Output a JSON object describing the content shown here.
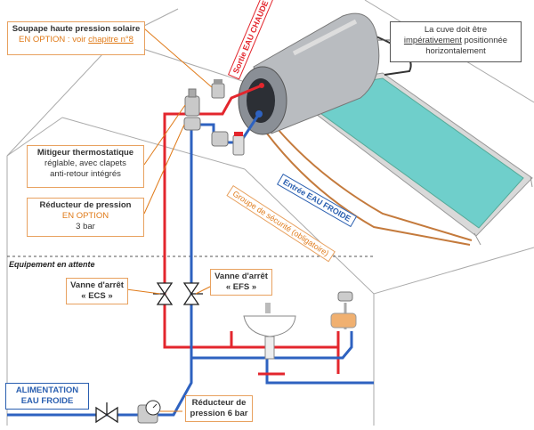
{
  "labels": {
    "soupape": {
      "title": "Soupape haute pression solaire",
      "option": "EN OPTION : voir",
      "link": "chapitre n°8"
    },
    "mitigeur": {
      "title": "Mitigeur thermostatique",
      "l1": "réglable, avec clapets",
      "l2": "anti-retour intégrés"
    },
    "reducteur": {
      "title": "Réducteur de pression",
      "option": "EN OPTION",
      "value": "3 bar"
    },
    "vanne_ecs": {
      "title": "Vanne d'arrêt",
      "sub": "« ECS »"
    },
    "vanne_efs": {
      "title": "Vanne d'arrêt",
      "sub": "« EFS »"
    },
    "alimentation": {
      "l1": "ALIMENTATION",
      "l2": "EAU FROIDE"
    },
    "reducteur6": {
      "l1": "Réducteur de",
      "l2": "pression 6 bar"
    },
    "sortie": "Sortie EAU CHAUDE",
    "entree": "Entrée EAU FROIDE",
    "groupe": "Groupe de sécurité (obligatoire)",
    "attente": "Equipement en attente",
    "note": {
      "l1": "La cuve doit être",
      "l2": "impérativement",
      "l3": "positionnée",
      "l4": "horizontalement"
    }
  },
  "colors": {
    "hot": "#e3262d",
    "cold": "#2e62c0",
    "accent": "#e07b1a",
    "panel": "#6fcfcb"
  }
}
